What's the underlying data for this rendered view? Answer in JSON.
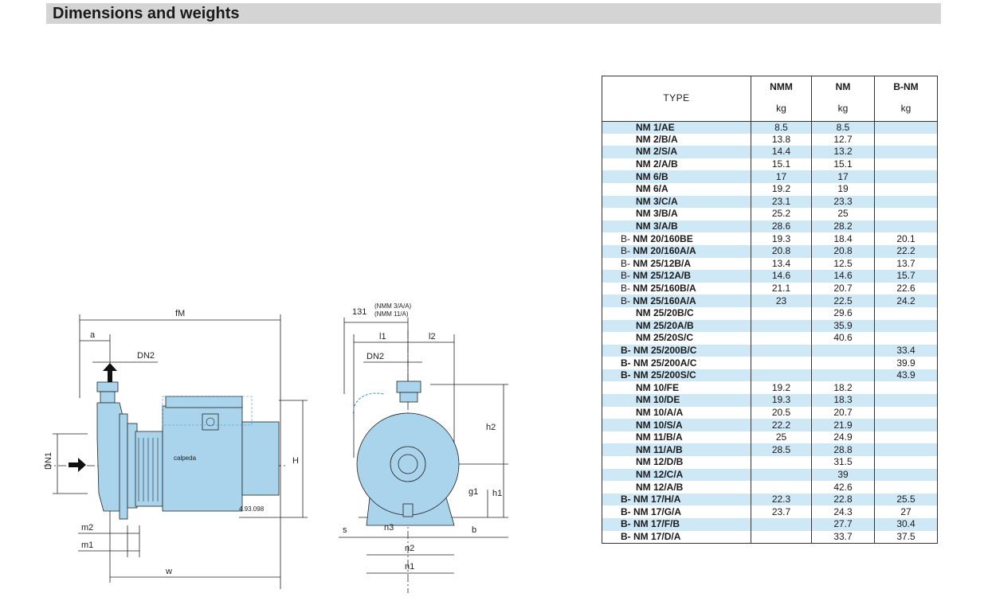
{
  "header": {
    "title": "Dimensions and weights"
  },
  "drawing_side": {
    "labels": {
      "fM": "fM",
      "a": "a",
      "DN2": "DN2",
      "DN1": "DN1",
      "H": "H",
      "m2": "m2",
      "m1": "m1",
      "w": "w",
      "code": "4.93.098",
      "brand": "calpeda"
    }
  },
  "drawing_front": {
    "labels": {
      "dim_131": "131",
      "note1": "(NMM 3/A/A)",
      "note2": "(NMM 11/A)",
      "l1": "l1",
      "l2": "l2",
      "DN2": "DN2",
      "h2": "h2",
      "h1": "h1",
      "g1": "g1",
      "s": "s",
      "n3": "n3",
      "b": "b",
      "n2": "n2",
      "n1": "n1"
    }
  },
  "table": {
    "type_header": "TYPE",
    "columns": [
      {
        "name": "NMM",
        "unit": "kg"
      },
      {
        "name": "NM",
        "unit": "kg"
      },
      {
        "name": "B-NM",
        "unit": "kg"
      }
    ],
    "rows": [
      {
        "prefix": "",
        "model": "NM 1/AE",
        "nmm": "8.5",
        "nm": "8.5",
        "bnm": ""
      },
      {
        "prefix": "",
        "model": "NM 2/B/A",
        "nmm": "13.8",
        "nm": "12.7",
        "bnm": ""
      },
      {
        "prefix": "",
        "model": "NM 2/S/A",
        "nmm": "14.4",
        "nm": "13.2",
        "bnm": ""
      },
      {
        "prefix": "",
        "model": "NM 2/A/B",
        "nmm": "15.1",
        "nm": "15.1",
        "bnm": ""
      },
      {
        "prefix": "",
        "model": "NM 6/B",
        "nmm": "17",
        "nm": "17",
        "bnm": ""
      },
      {
        "prefix": "",
        "model": "NM 6/A",
        "nmm": "19.2",
        "nm": "19",
        "bnm": ""
      },
      {
        "prefix": "",
        "model": "NM 3/C/A",
        "nmm": "23.1",
        "nm": "23.3",
        "bnm": ""
      },
      {
        "prefix": "",
        "model": "NM 3/B/A",
        "nmm": "25.2",
        "nm": "25",
        "bnm": ""
      },
      {
        "prefix": "",
        "model": "NM 3/A/B",
        "nmm": "28.6",
        "nm": "28.2",
        "bnm": ""
      },
      {
        "prefix": "B-",
        "model": "NM 20/160BE",
        "nmm": "19.3",
        "nm": "18.4",
        "bnm": "20.1"
      },
      {
        "prefix": "B-",
        "model": "NM 20/160A/A",
        "nmm": "20.8",
        "nm": "20.8",
        "bnm": "22.2"
      },
      {
        "prefix": "B-",
        "model": "NM 25/12B/A",
        "nmm": "13.4",
        "nm": "12.5",
        "bnm": "13.7"
      },
      {
        "prefix": "B-",
        "model": "NM 25/12A/B",
        "nmm": "14.6",
        "nm": "14.6",
        "bnm": "15.7"
      },
      {
        "prefix": "B-",
        "model": "NM 25/160B/A",
        "nmm": "21.1",
        "nm": "20.7",
        "bnm": "22.6"
      },
      {
        "prefix": "B-",
        "model": "NM 25/160A/A",
        "nmm": "23",
        "nm": "22.5",
        "bnm": "24.2"
      },
      {
        "prefix": "",
        "model": "NM 25/20B/C",
        "nmm": "",
        "nm": "29.6",
        "bnm": ""
      },
      {
        "prefix": "",
        "model": "NM 25/20A/B",
        "nmm": "",
        "nm": "35.9",
        "bnm": ""
      },
      {
        "prefix": "",
        "model": "NM 25/20S/C",
        "nmm": "",
        "nm": "40.6",
        "bnm": ""
      },
      {
        "prefix": "B-",
        "model": "NM 25/200B/C",
        "nmm": "",
        "nm": "",
        "bnm": "33.4",
        "bold_prefix": true
      },
      {
        "prefix": "B-",
        "model": "NM 25/200A/C",
        "nmm": "",
        "nm": "",
        "bnm": "39.9",
        "bold_prefix": true
      },
      {
        "prefix": "B-",
        "model": "NM 25/200S/C",
        "nmm": "",
        "nm": "",
        "bnm": "43.9",
        "bold_prefix": true
      },
      {
        "prefix": "",
        "model": "NM 10/FE",
        "nmm": "19.2",
        "nm": "18.2",
        "bnm": ""
      },
      {
        "prefix": "",
        "model": "NM 10/DE",
        "nmm": "19.3",
        "nm": "18.3",
        "bnm": ""
      },
      {
        "prefix": "",
        "model": "NM 10/A/A",
        "nmm": "20.5",
        "nm": "20.7",
        "bnm": ""
      },
      {
        "prefix": "",
        "model": "NM 10/S/A",
        "nmm": "22.2",
        "nm": "21.9",
        "bnm": ""
      },
      {
        "prefix": "",
        "model": "NM 11/B/A",
        "nmm": "25",
        "nm": "24.9",
        "bnm": ""
      },
      {
        "prefix": "",
        "model": "NM 11/A/B",
        "nmm": "28.5",
        "nm": "28.8",
        "bnm": ""
      },
      {
        "prefix": "",
        "model": "NM 12/D/B",
        "nmm": "",
        "nm": "31.5",
        "bnm": ""
      },
      {
        "prefix": "",
        "model": "NM 12/C/A",
        "nmm": "",
        "nm": "39",
        "bnm": ""
      },
      {
        "prefix": "",
        "model": "NM 12/A/B",
        "nmm": "",
        "nm": "42.6",
        "bnm": ""
      },
      {
        "prefix": "B-",
        "model": "NM 17/H/A",
        "nmm": "22.3",
        "nm": "22.8",
        "bnm": "25.5",
        "bold_prefix": true
      },
      {
        "prefix": "B-",
        "model": "NM 17/G/A",
        "nmm": "23.7",
        "nm": "24.3",
        "bnm": "27",
        "bold_prefix": true
      },
      {
        "prefix": "B-",
        "model": "NM 17/F/B",
        "nmm": "",
        "nm": "27.7",
        "bnm": "30.4",
        "bold_prefix": true
      },
      {
        "prefix": "B-",
        "model": "NM 17/D/A",
        "nmm": "",
        "nm": "33.7",
        "bnm": "37.5",
        "bold_prefix": true
      }
    ]
  },
  "colors": {
    "pump_fill": "#a9d4ec",
    "row_shade": "#cfe8f6",
    "header_bar": "#d4d4d4"
  }
}
